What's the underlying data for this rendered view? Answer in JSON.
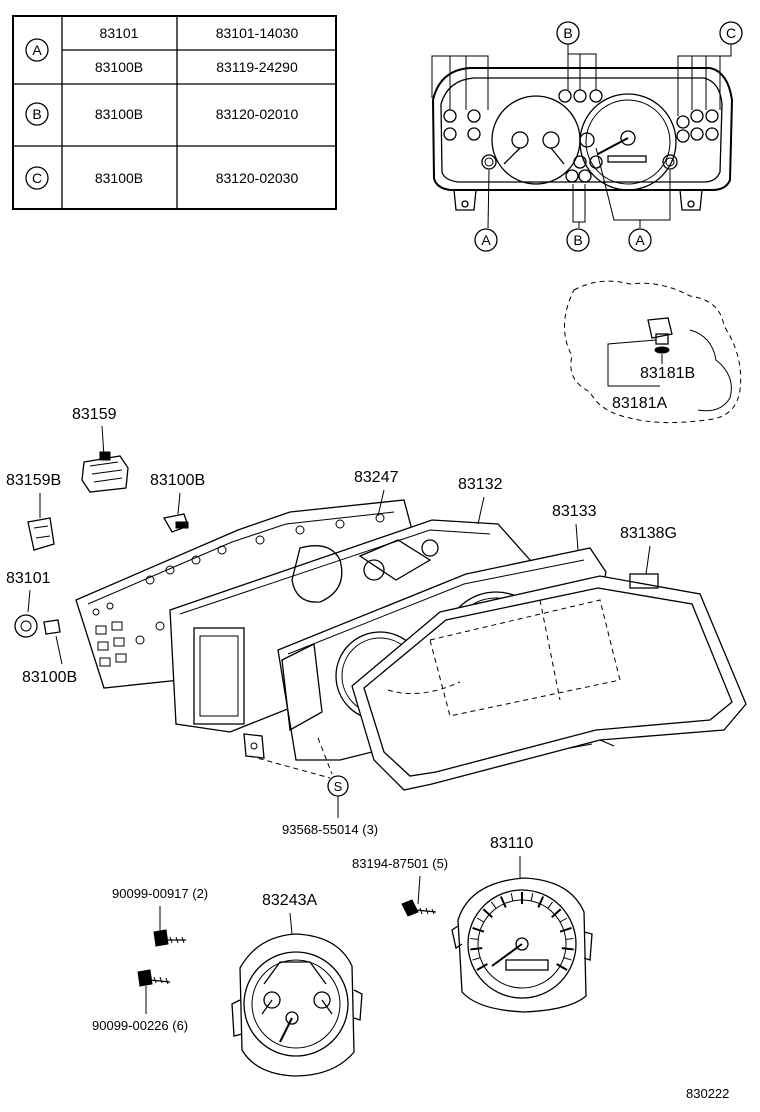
{
  "table": {
    "rows": [
      {
        "key": "A",
        "part": "83101",
        "number": "83101-14030"
      },
      {
        "key": "",
        "part": "83100B",
        "number": "83119-24290"
      },
      {
        "key": "B",
        "part": "83100B",
        "number": "83120-02010"
      },
      {
        "key": "C",
        "part": "83100B",
        "number": "83120-02030"
      }
    ]
  },
  "callouts": {
    "top_b": "B",
    "top_c": "C",
    "bottom_a_left": "A",
    "bottom_b": "B",
    "bottom_a_right": "A",
    "screw_s": "S"
  },
  "labels": {
    "p83181B": "83181B",
    "p83181A": "83181A",
    "p83159": "83159",
    "p83159B": "83159B",
    "p83100B_top": "83100B",
    "p83247": "83247",
    "p83132": "83132",
    "p83133": "83133",
    "p83138G": "83138G",
    "p83101": "83101",
    "p83100B_bottom": "83100B",
    "p93568": "93568-55014 (3)",
    "p83110": "83110",
    "p83194": "83194-87501 (5)",
    "p90099_00917": "90099-00917 (2)",
    "p83243A": "83243A",
    "p90099_00226": "90099-00226 (6)",
    "diagram_id": "830222"
  }
}
